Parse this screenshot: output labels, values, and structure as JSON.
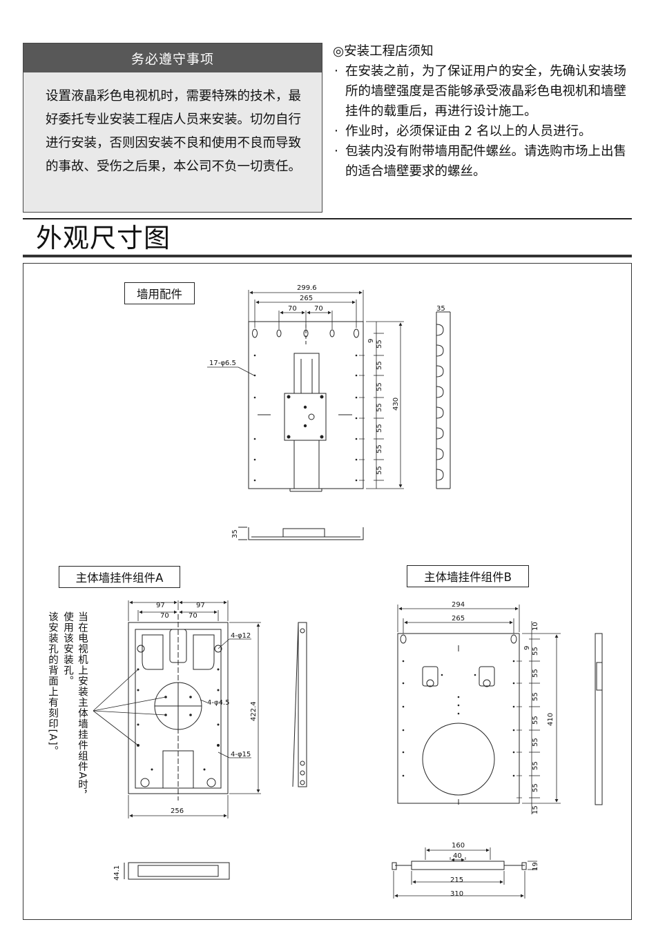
{
  "notice": {
    "heading": "务必遵守事项",
    "body": "设置液晶彩色电视机时，需要特殊的技术，最好委托专业安装工程店人员来安装。切勿自行进行安装，否则因安装不良和使用不良而导致的事故、受伤之后果，本公司不负一切责任。"
  },
  "install": {
    "title": "◎安装工程店须知",
    "items": [
      "在安装之前，为了保证用户的安全，先确认安装场所的墙壁强度是否能够承受液晶彩色电视机和墙壁挂件的载重后，再进行设计施工。",
      "作业时，必须保证由 2 名以上的人员进行。",
      "包装内没有附带墙用配件螺丝。请选购市场上出售的适合墙壁要求的螺丝。"
    ]
  },
  "section_title": "外观尺寸图",
  "drawing": {
    "wall_bracket": {
      "label": "墙用配件",
      "dims": {
        "w_total": "299.6",
        "w_holes": "265",
        "half_a": "70",
        "half_b": "70",
        "holes": "17-φ6.5",
        "top": "9",
        "pitch": [
          "55",
          "55",
          "55",
          "55",
          "55",
          "55",
          "55"
        ],
        "height": "430",
        "depth": "35",
        "side_depth": "35"
      }
    },
    "unit_a": {
      "label": "主体墙挂件组件A",
      "dims": {
        "w_outer_l": "97",
        "w_outer_r": "97",
        "w_inner_l": "70",
        "w_inner_r": "70",
        "hole12": "4-φ12",
        "hole45": "4-φ4.5",
        "hole15": "4-φ15",
        "height": "422.4",
        "width": "256",
        "depth": "44.1"
      },
      "note_line1": "当在电视机上安装主体墙挂件组件A时，",
      "note_line2": "使用该安装孔。",
      "note_line3": "该安装孔的背面上有刻印[A]。"
    },
    "unit_b": {
      "label": "主体墙挂件组件B",
      "dims": {
        "w_total": "294",
        "w_holes": "265",
        "top": "10",
        "top2": "9",
        "pitch": [
          "55",
          "55",
          "55",
          "55",
          "55",
          "55",
          "55"
        ],
        "height": "410",
        "bottom": "15",
        "bottom_160": "160",
        "bottom_40": "40",
        "bottom_215": "215",
        "bottom_310": "310",
        "side_19": "19"
      }
    }
  }
}
